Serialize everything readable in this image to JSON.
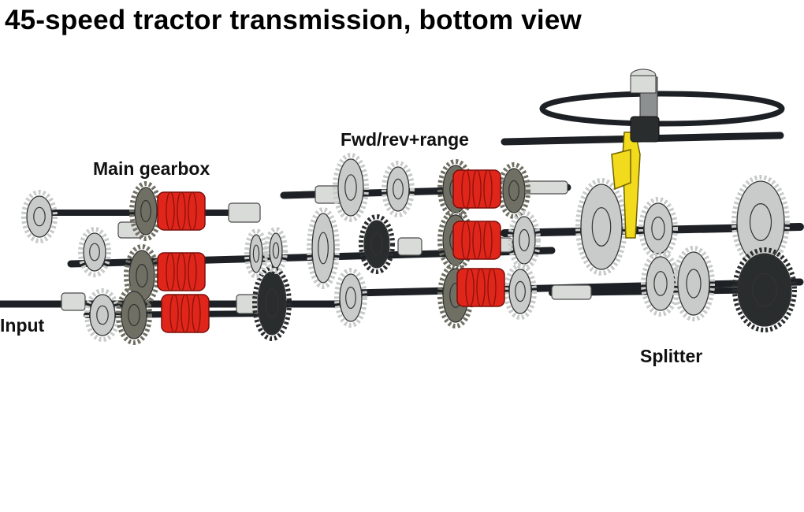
{
  "title": "45-speed tractor transmission, bottom view",
  "labels": {
    "main_gearbox": "Main gearbox",
    "fwd_rev_range": "Fwd/rev+range",
    "input": "Input",
    "splitter": "Splitter"
  },
  "colors": {
    "axle": "#1d2125",
    "gear_light": "#c8cbc9",
    "gear_dark": "#6f6f63",
    "gear_black": "#2a2d2e",
    "clutch_red": "#e0261b",
    "lever_yellow": "#f2da1d",
    "bush_light": "#d9dbd9"
  }
}
